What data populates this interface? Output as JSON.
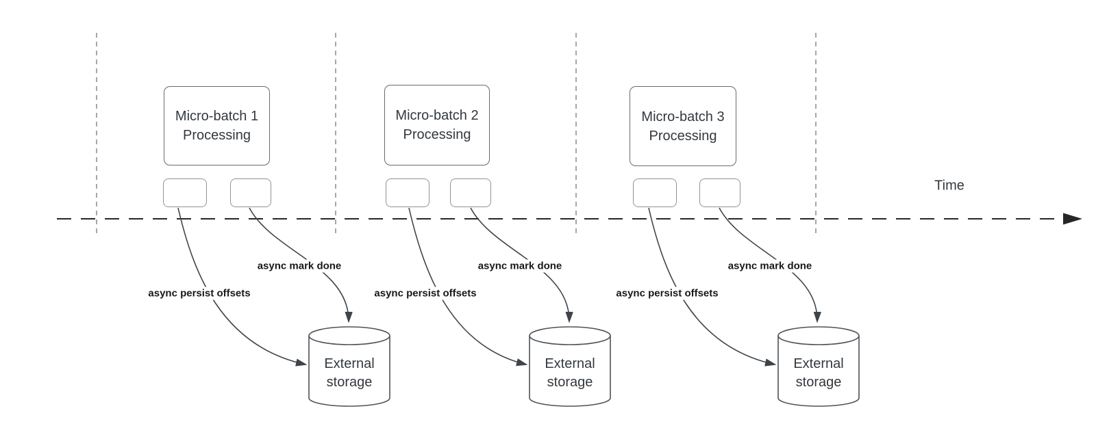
{
  "diagram": {
    "time_axis_label": "Time",
    "groups": [
      {
        "processing_label": "Micro-batch 1\nProcessing",
        "persist_label": "async persist offsets",
        "mark_done_label": "async mark done",
        "storage_label": "External\nstorage"
      },
      {
        "processing_label": "Micro-batch 2\nProcessing",
        "persist_label": "async persist offsets",
        "mark_done_label": "async mark done",
        "storage_label": "External\nstorage"
      },
      {
        "processing_label": "Micro-batch 3\nProcessing",
        "persist_label": "async persist offsets",
        "mark_done_label": "async mark done",
        "storage_label": "External\nstorage"
      }
    ],
    "colors": {
      "background": "#ffffff",
      "node_text": "#33383e",
      "edge_label_text": "#16181b",
      "process_box_border": "#666a6e",
      "small_box_border": "#8f9398",
      "cylinder_border": "#4d5257",
      "arrow_stroke": "#3e444a",
      "time_axis": "#262626",
      "boundary_guide": "#a6a6a6"
    }
  }
}
